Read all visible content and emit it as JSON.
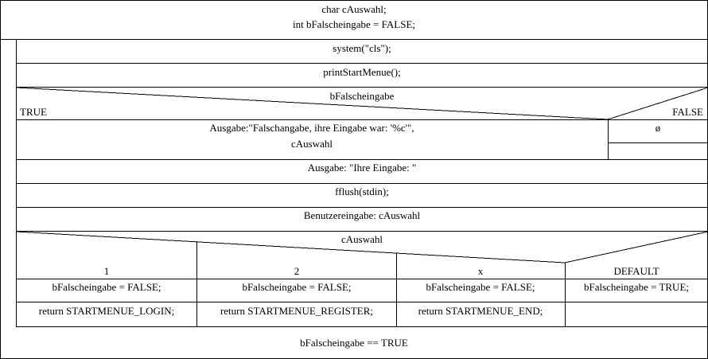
{
  "declarations": {
    "line1": "char cAuswahl;",
    "line2": "int bFalscheingabe = FALSE;"
  },
  "statements": {
    "system_cls": "system(\"cls\");",
    "print_start_menue": "printStartMenue();",
    "ausgabe_prompt": "Ausgabe: \"Ihre Eingabe: \"",
    "fflush": "fflush(stdin);",
    "benutzereingabe": "Benutzereingabe: cAuswahl"
  },
  "if_block": {
    "condition": "bFalscheingabe",
    "true_label": "TRUE",
    "false_label": "FALSE",
    "true_text_line1": "Ausgabe:\"Falschangabe, ihre Eingabe war: '%c'\",",
    "true_text_line2": "cAuswahl",
    "false_text": "ø"
  },
  "switch_block": {
    "selector": "cAuswahl",
    "cases": [
      {
        "label": "1",
        "stmt1": "bFalscheingabe = FALSE;",
        "stmt2": "return STARTMENUE_LOGIN;"
      },
      {
        "label": "2",
        "stmt1": "bFalscheingabe = FALSE;",
        "stmt2": "return STARTMENUE_REGISTER;"
      },
      {
        "label": "x",
        "stmt1": "bFalscheingabe = FALSE;",
        "stmt2": "return STARTMENUE_END;"
      },
      {
        "label": "DEFAULT",
        "stmt1": "bFalscheingabe = TRUE;",
        "stmt2": ""
      }
    ]
  },
  "loop_condition": "bFalscheingabe == TRUE"
}
